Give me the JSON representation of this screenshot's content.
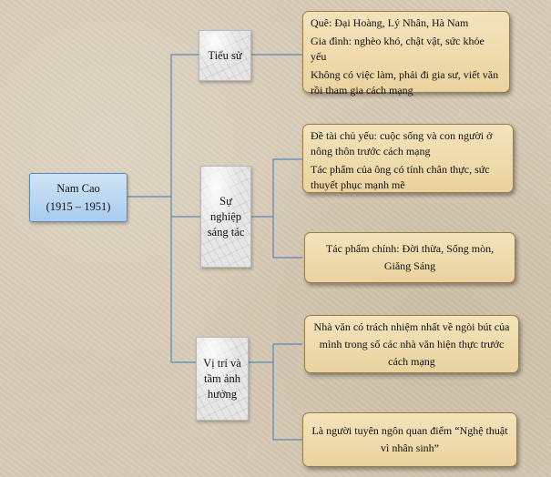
{
  "root": {
    "name": "Nam Cao",
    "years": "(1915 – 1951)"
  },
  "categories": [
    {
      "label": "Tiểu sử"
    },
    {
      "label": "Sự nghiệp sáng tác"
    },
    {
      "label": "Vị trí và tầm ảnh hưởng"
    }
  ],
  "leaves": {
    "bio": [
      "Quê: Đại Hoàng, Lý Nhân, Hà Nam",
      "Gia đình: nghèo khó, chật vật, sức khỏe yếu",
      "Không có việc làm, phải đi gia sư, viết văn rồi tham gia cách mạng"
    ],
    "career_theme": [
      "Đề tài chủ yếu: cuộc sống và con người ở nông thôn trước cách mạng",
      "Tác phẩm của ông có tính chân thực, sức thuyết phục mạnh mẽ"
    ],
    "career_works": "Tác phẩm chính: Đời thừa, Sống mòn, Giăng Sáng",
    "position_1": "Nhà văn có trách nhiệm nhất về ngòi bút của mình trong số các nhà văn hiện thực trước cách mạng",
    "position_2": "Là người tuyên ngôn quan điểm “Nghệ thuật vì nhân sinh”"
  },
  "colors": {
    "connector": "#5b86b8",
    "root_fill": "#b9d7f2",
    "leaf_fill": "#f0ddb0",
    "leaf_border": "#9c7d45",
    "background": "#d9cdb8"
  }
}
